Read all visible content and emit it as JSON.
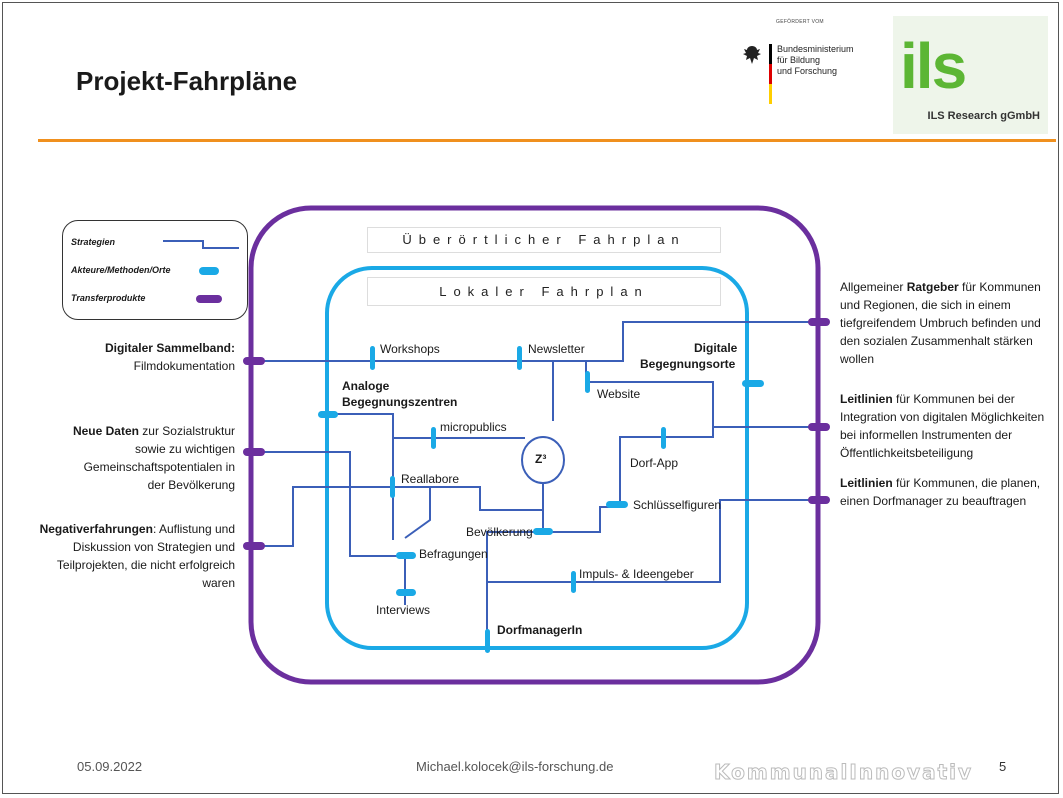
{
  "slide": {
    "title": "Projekt-Fahrpläne",
    "funder_label": "GEFÖRDERT VOM",
    "ministry_lines": [
      "Bundesministerium",
      "für Bildung",
      "und Forschung"
    ],
    "ils_logo_letters": "ils",
    "ils_name": "ILS Research gGmbH"
  },
  "colors": {
    "accent_rule": "#f0901e",
    "strategy_line": "#3b5fb8",
    "actor_marker": "#1aa9e6",
    "transfer_marker": "#6b2f9e",
    "outer_frame": "#6b2f9e",
    "inner_frame": "#1aa9e6"
  },
  "legend": {
    "strategies": "Strategien",
    "actors": "Akteure/Methoden/Orte",
    "transfer": "Transferprodukte"
  },
  "diagram": {
    "outer_title": "Überörtlicher Fahrplan",
    "inner_title": "Lokaler Fahrplan",
    "nodes": {
      "workshops": "Workshops",
      "newsletter": "Newsletter",
      "digital_places_1": "Digitale",
      "digital_places_2": "Begegnungsorte",
      "analog_centers_1": "Analoge",
      "analog_centers_2": "Begegnungszentren",
      "website": "Website",
      "micropublics": "micropublics",
      "z3": "Z³",
      "dorf_app": "Dorf-App",
      "reallabore": "Reallabore",
      "schluesselfiguren": "Schlüsselfiguren",
      "bevoelkerung": "Bevölkerung",
      "befragungen": "Befragungen",
      "impuls": "Impuls- & Ideengeber",
      "interviews": "Interviews",
      "dorfmanager": "DorfmanagerIn"
    }
  },
  "left_outputs": {
    "sammelband_bold": "Digitaler Sammelband:",
    "sammelband_rest": "Filmdokumentation",
    "neue_daten_bold": "Neue Daten",
    "neue_daten_l1": " zur Sozialstruktur",
    "neue_daten_l2": "sowie zu wichtigen",
    "neue_daten_l3": "Gemeinschaftspotentialen in",
    "neue_daten_l4": "der Bevölkerung",
    "negativ_bold": "Negativerfahrungen",
    "negativ_l1": ": Auflistung und",
    "negativ_l2": "Diskussion von Strategien und",
    "negativ_l3": "Teilprojekten, die nicht erfolgreich",
    "negativ_l4": "waren"
  },
  "right_outputs": {
    "ratgeber_pre": "Allgemeiner ",
    "ratgeber_bold": "Ratgeber",
    "ratgeber_l1": " für Kommunen",
    "ratgeber_l2": "und Regionen, die sich in einem",
    "ratgeber_l3": "tiefgreifendem Umbruch befinden und",
    "ratgeber_l4": "den sozialen Zusammenhalt stärken",
    "ratgeber_l5": "wollen",
    "leit1_bold": "Leitlinien",
    "leit1_l1": " für Kommunen bei der",
    "leit1_l2": "Integration von digitalen Möglichkeiten",
    "leit1_l3": "bei informellen Instrumenten der",
    "leit1_l4": "Öffentlichkeitsbeteiligung",
    "leit2_bold": "Leitlinien",
    "leit2_l1": " für Kommunen, die planen,",
    "leit2_l2": "einen Dorfmanager zu beauftragen"
  },
  "footer": {
    "date": "05.09.2022",
    "email": "Michael.kolocek@ils-forschung.de",
    "page": "5",
    "brand": "KommunalInnovativ"
  }
}
